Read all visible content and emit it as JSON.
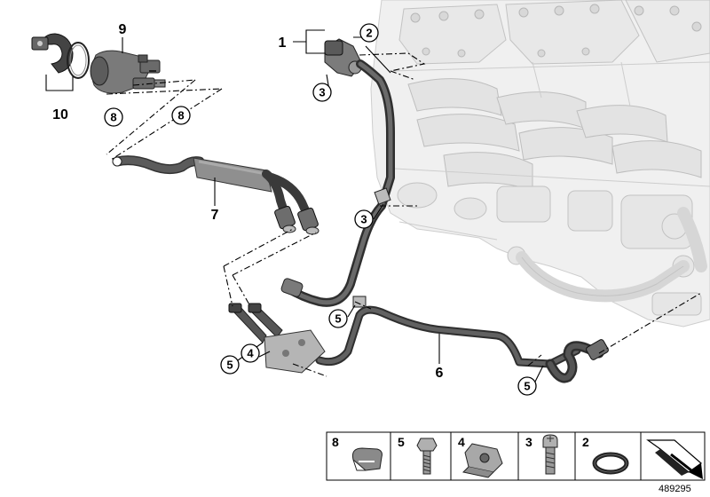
{
  "diagram": {
    "callouts": {
      "c1": "1",
      "c2": "2",
      "c3a": "3",
      "c3b": "3",
      "c4": "4",
      "c5a": "5",
      "c5b": "5",
      "c5c": "5",
      "c6": "6",
      "c7": "7",
      "c8a": "8",
      "c8b": "8",
      "c9": "9",
      "c10": "10"
    },
    "legend": {
      "items": [
        "8",
        "5",
        "4",
        "3",
        "2"
      ]
    },
    "diagram_number": "489295"
  }
}
